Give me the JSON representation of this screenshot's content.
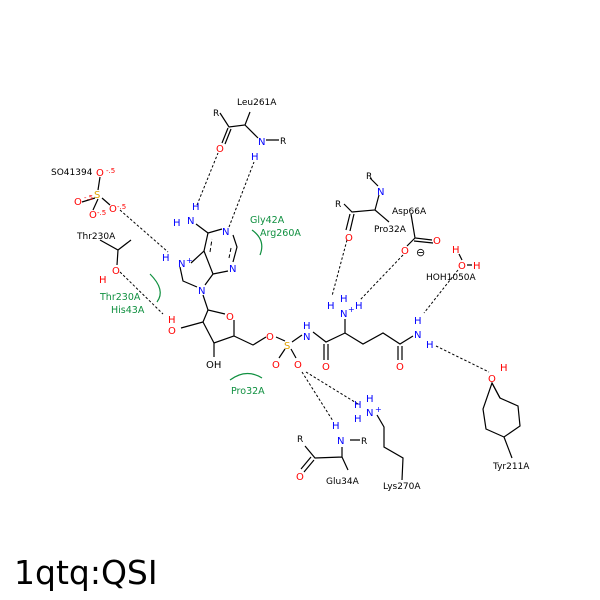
{
  "title": "1qtq:QSI",
  "residues": {
    "leu261": "Leu261A",
    "so4": "SO41394",
    "thr230_top": "Thr230A",
    "gly42": "Gly42A",
    "arg260": "Arg260A",
    "thr230_arc": "Thr230A",
    "his43": "His43A",
    "pro32_arc": "Pro32A",
    "pro32": "Pro32A",
    "asp66": "Asp66A",
    "hoh1050": "HOH1050A",
    "tyr211": "Tyr211A",
    "lys270": "Lys270A",
    "glu34": "Glu34A"
  },
  "atoms": {
    "O": "O",
    "N": "N",
    "H": "H",
    "S": "S",
    "R": "R",
    "OH": "OH",
    "plus": "+",
    "half_charge": "-.5",
    "minus": "⊖"
  },
  "colors": {
    "nitrogen": "#0000ff",
    "oxygen": "#ff0000",
    "sulfur": "#e0a000",
    "contact_arc": "#109040"
  }
}
